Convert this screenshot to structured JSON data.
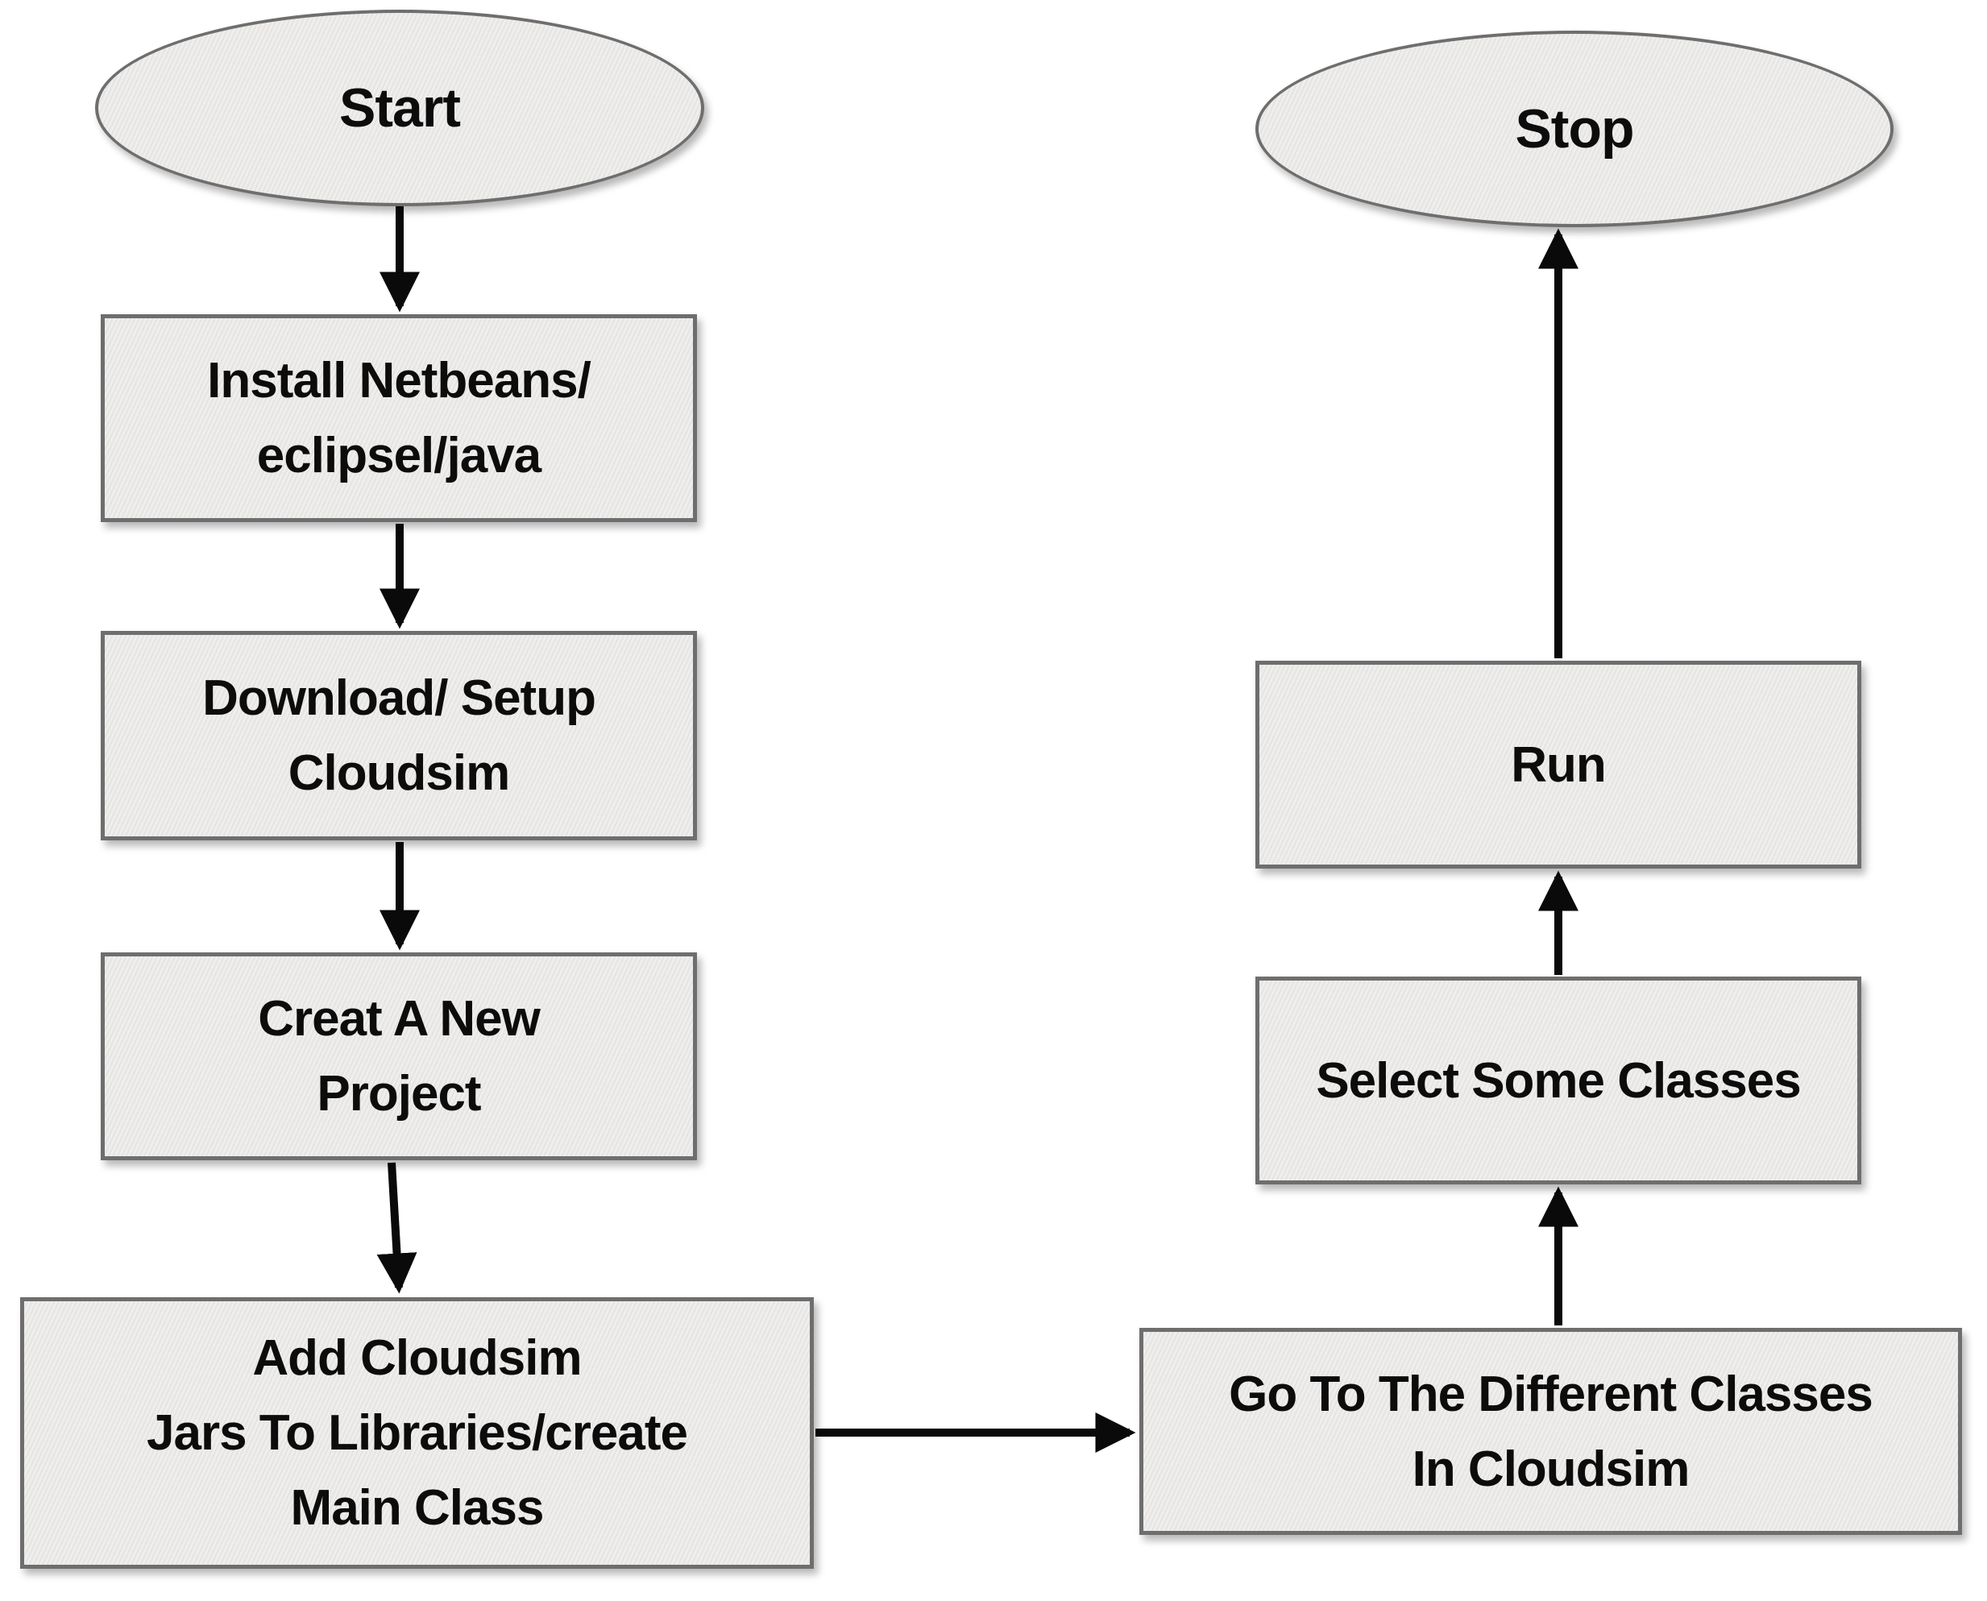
{
  "diagram_type": "flowchart",
  "colors": {
    "node_fill": "#efeeec",
    "node_stripe": "#e5e4e2",
    "node_border": "#6e6e6e",
    "arrow": "#0a0a0a",
    "text": "#0c0c0c",
    "background": "#ffffff"
  },
  "nodes": {
    "start": {
      "shape": "ellipse",
      "label": "Start"
    },
    "install": {
      "shape": "process",
      "label": "Install Netbeans/\neclipsel/java"
    },
    "download": {
      "shape": "process",
      "label": "Download/ Setup\nCloudsim"
    },
    "create": {
      "shape": "process",
      "label": "Creat A New\nProject"
    },
    "addjars": {
      "shape": "process",
      "label": "Add Cloudsim\nJars To Libraries/create\nMain Class"
    },
    "goto": {
      "shape": "process",
      "label": "Go To The Different Classes\nIn Cloudsim"
    },
    "select": {
      "shape": "process",
      "label": "Select Some Classes"
    },
    "run": {
      "shape": "process",
      "label": "Run"
    },
    "stop": {
      "shape": "ellipse",
      "label": "Stop"
    }
  },
  "edges": [
    {
      "from": "start",
      "to": "install",
      "direction": "down"
    },
    {
      "from": "install",
      "to": "download",
      "direction": "down"
    },
    {
      "from": "download",
      "to": "create",
      "direction": "down"
    },
    {
      "from": "create",
      "to": "addjars",
      "direction": "down"
    },
    {
      "from": "addjars",
      "to": "goto",
      "direction": "right"
    },
    {
      "from": "goto",
      "to": "select",
      "direction": "up"
    },
    {
      "from": "select",
      "to": "run",
      "direction": "up"
    },
    {
      "from": "run",
      "to": "stop",
      "direction": "up"
    }
  ]
}
